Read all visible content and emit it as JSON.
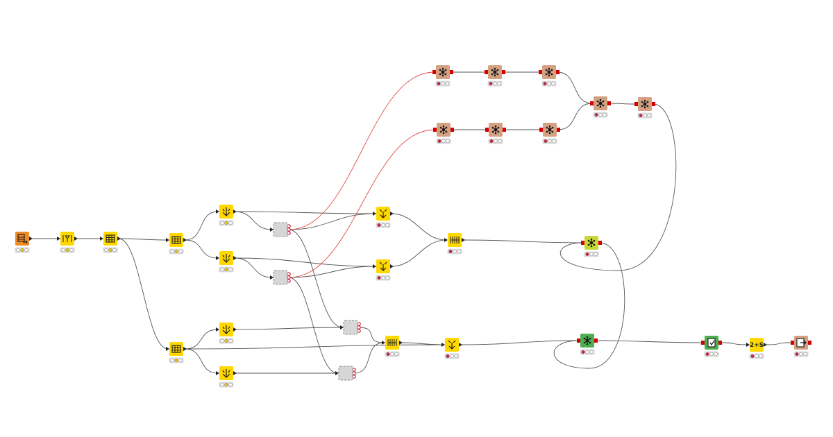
{
  "colors": {
    "orange": "#f08a24",
    "yellow": "#ffd800",
    "brown": "#d4a182",
    "green": "#4caf50",
    "lime": "#c8d837",
    "gray": "#d6d6d6",
    "port_red": "#d60000",
    "wire_gray": "#555555",
    "wire_red": "#e34a4a",
    "status_red": "#cc1f3d",
    "status_yellow": "#f2c100",
    "status_empty": "#ffffff"
  },
  "nodes": [
    {
      "id": "n1",
      "kind": "orange",
      "icon": "table-reader-icon",
      "status": [
        "empty",
        "yellow",
        "empty"
      ]
    },
    {
      "id": "n2",
      "kind": "yellow",
      "icon": "column-filter-icon",
      "status": [
        "empty",
        "yellow",
        "empty"
      ]
    },
    {
      "id": "n3",
      "kind": "yellow",
      "icon": "partitioning-icon",
      "status": [
        "empty",
        "yellow",
        "empty"
      ]
    },
    {
      "id": "n4",
      "kind": "yellow",
      "icon": "partitioning-icon",
      "status": [
        "empty",
        "yellow",
        "empty"
      ]
    },
    {
      "id": "n5",
      "kind": "yellow",
      "icon": "partitioning-icon",
      "status": [
        "empty",
        "yellow",
        "empty"
      ]
    },
    {
      "id": "n6",
      "kind": "yellow",
      "icon": "learner-icon",
      "status": [
        "empty",
        "yellow",
        "empty"
      ]
    },
    {
      "id": "n7",
      "kind": "yellow",
      "icon": "learner-icon",
      "status": [
        "empty",
        "yellow",
        "empty"
      ]
    },
    {
      "id": "n8",
      "kind": "yellow",
      "icon": "learner-icon",
      "status": [
        "empty",
        "yellow",
        "empty"
      ]
    },
    {
      "id": "n9",
      "kind": "yellow",
      "icon": "learner-icon",
      "status": [
        "empty",
        "yellow",
        "empty"
      ]
    },
    {
      "id": "n10",
      "kind": "gray",
      "icon": "metanode-icon",
      "status": []
    },
    {
      "id": "n11",
      "kind": "gray",
      "icon": "metanode-icon",
      "status": []
    },
    {
      "id": "n12",
      "kind": "gray",
      "icon": "metanode-icon",
      "status": []
    },
    {
      "id": "n13",
      "kind": "gray",
      "icon": "metanode-icon",
      "status": []
    },
    {
      "id": "n14",
      "kind": "yellow",
      "icon": "predictor-icon",
      "status": [
        "red",
        "empty",
        "empty"
      ]
    },
    {
      "id": "n15",
      "kind": "yellow",
      "icon": "predictor-icon",
      "status": [
        "red",
        "empty",
        "empty"
      ]
    },
    {
      "id": "n16",
      "kind": "yellow",
      "icon": "predictor-icon",
      "status": [
        "red",
        "empty",
        "empty"
      ]
    },
    {
      "id": "n17",
      "kind": "yellow",
      "icon": "joiner-icon",
      "status": [
        "red",
        "empty",
        "empty"
      ]
    },
    {
      "id": "n18",
      "kind": "yellow",
      "icon": "joiner-icon",
      "status": [
        "red",
        "empty",
        "empty"
      ]
    },
    {
      "id": "n19",
      "kind": "brown",
      "icon": "network-icon",
      "status": [
        "red",
        "empty",
        "empty"
      ]
    },
    {
      "id": "n20",
      "kind": "brown",
      "icon": "network-icon",
      "status": [
        "red",
        "empty",
        "empty"
      ]
    },
    {
      "id": "n21",
      "kind": "brown",
      "icon": "network-icon",
      "status": [
        "red",
        "empty",
        "empty"
      ]
    },
    {
      "id": "n22",
      "kind": "brown",
      "icon": "network-icon",
      "status": [
        "red",
        "empty",
        "empty"
      ]
    },
    {
      "id": "n23",
      "kind": "brown",
      "icon": "network-icon",
      "status": [
        "red",
        "empty",
        "empty"
      ]
    },
    {
      "id": "n24",
      "kind": "brown",
      "icon": "network-icon",
      "status": [
        "red",
        "empty",
        "empty"
      ]
    },
    {
      "id": "n25",
      "kind": "brown",
      "icon": "network-icon",
      "status": [
        "red",
        "empty",
        "empty"
      ]
    },
    {
      "id": "n26",
      "kind": "brown",
      "icon": "network-icon",
      "status": [
        "red",
        "empty",
        "empty"
      ]
    },
    {
      "id": "n27",
      "kind": "lime",
      "icon": "network-icon",
      "status": [
        "red",
        "empty",
        "empty"
      ]
    },
    {
      "id": "n28",
      "kind": "green",
      "icon": "network-icon",
      "status": [
        "red",
        "empty",
        "empty"
      ]
    },
    {
      "id": "n29",
      "kind": "green",
      "icon": "document-icon",
      "status": [
        "red",
        "empty",
        "empty"
      ]
    },
    {
      "id": "n30",
      "kind": "yellow",
      "icon": "text-icon",
      "label": "2+S",
      "status": [
        "red",
        "empty",
        "empty"
      ]
    },
    {
      "id": "n31",
      "kind": "brown",
      "icon": "export-icon",
      "status": [
        "red",
        "empty",
        "empty"
      ]
    }
  ],
  "wires": [
    {
      "from": "n1",
      "to": "n2",
      "color": "gray"
    },
    {
      "from": "n2",
      "to": "n3",
      "color": "gray"
    },
    {
      "from": "n3",
      "to": "n4",
      "color": "gray"
    },
    {
      "from": "n3",
      "to": "n5",
      "color": "gray"
    },
    {
      "from": "n4",
      "to": "n6",
      "color": "gray"
    },
    {
      "from": "n4",
      "to": "n7",
      "color": "gray"
    },
    {
      "from": "n5",
      "to": "n8",
      "color": "gray"
    },
    {
      "from": "n5",
      "to": "n9",
      "color": "gray"
    },
    {
      "from": "n6",
      "to": "n10",
      "color": "gray"
    },
    {
      "from": "n7",
      "to": "n11",
      "color": "gray"
    },
    {
      "from": "n6",
      "to": "n14",
      "color": "gray"
    },
    {
      "from": "n10",
      "to": "n14",
      "color": "gray"
    },
    {
      "from": "n7",
      "to": "n15",
      "color": "gray"
    },
    {
      "from": "n11",
      "to": "n15",
      "color": "gray"
    },
    {
      "from": "n10",
      "to": "n12",
      "color": "gray"
    },
    {
      "from": "n11",
      "to": "n13",
      "color": "gray"
    },
    {
      "from": "n8",
      "to": "n12",
      "color": "gray"
    },
    {
      "from": "n9",
      "to": "n13",
      "color": "gray"
    },
    {
      "from": "n12",
      "to": "n18",
      "color": "gray"
    },
    {
      "from": "n13",
      "to": "n18",
      "color": "gray"
    },
    {
      "from": "n14",
      "to": "n17",
      "color": "gray"
    },
    {
      "from": "n15",
      "to": "n17",
      "color": "gray"
    },
    {
      "from": "n18",
      "to": "n16",
      "color": "gray"
    },
    {
      "from": "n5",
      "to": "n16",
      "color": "gray"
    },
    {
      "from": "n10",
      "to": "n19",
      "color": "red"
    },
    {
      "from": "n11",
      "to": "n20",
      "color": "red"
    },
    {
      "from": "n19",
      "to": "n21",
      "color": "gray"
    },
    {
      "from": "n21",
      "to": "n23",
      "color": "gray"
    },
    {
      "from": "n20",
      "to": "n22",
      "color": "gray"
    },
    {
      "from": "n22",
      "to": "n24",
      "color": "gray"
    },
    {
      "from": "n23",
      "to": "n25",
      "color": "gray"
    },
    {
      "from": "n24",
      "to": "n25",
      "color": "gray"
    },
    {
      "from": "n25",
      "to": "n26",
      "color": "gray"
    },
    {
      "from": "n26",
      "to": "n27",
      "color": "gray"
    },
    {
      "from": "n17",
      "to": "n27",
      "color": "gray"
    },
    {
      "from": "n27",
      "to": "n28",
      "color": "gray"
    },
    {
      "from": "n16",
      "to": "n28",
      "color": "gray"
    },
    {
      "from": "n28",
      "to": "n29",
      "color": "gray"
    },
    {
      "from": "n29",
      "to": "n30",
      "color": "gray"
    },
    {
      "from": "n30",
      "to": "n31",
      "color": "gray"
    }
  ]
}
